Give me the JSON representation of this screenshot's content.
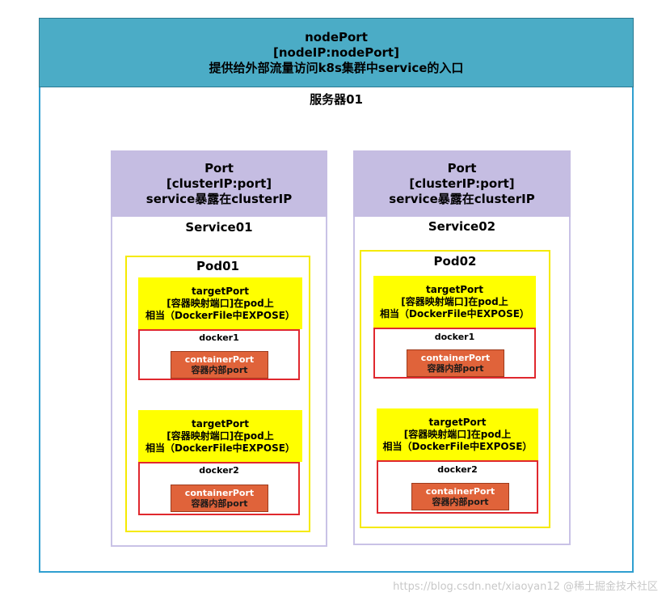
{
  "nodeport": {
    "line1": "nodePort",
    "line2": "[nodeIP:nodePort]",
    "line3": "提供给外部流量访问k8s集群中service的入口"
  },
  "server_label": "服务器01",
  "services": [
    {
      "port_line1": "Port",
      "port_line2": "[clusterIP:port]",
      "port_line3": "service暴露在clusterIP",
      "label": "Service01",
      "pod": {
        "label": "Pod01",
        "dockers": [
          {
            "tp_line1": "targetPort",
            "tp_line2": "[容器映射端口]在pod上",
            "tp_line3": "相当（DockerFile中EXPOSE）",
            "docker_label": "docker1",
            "cp_line1": "containerPort",
            "cp_line2": "容器内部port"
          },
          {
            "tp_line1": "targetPort",
            "tp_line2": "[容器映射端口]在pod上",
            "tp_line3": "相当（DockerFile中EXPOSE）",
            "docker_label": "docker2",
            "cp_line1": "containerPort",
            "cp_line2": "容器内部port"
          }
        ]
      }
    },
    {
      "port_line1": "Port",
      "port_line2": "[clusterIP:port]",
      "port_line3": "service暴露在clusterIP",
      "label": "Service02",
      "pod": {
        "label": "Pod02",
        "dockers": [
          {
            "tp_line1": "targetPort",
            "tp_line2": "[容器映射端口]在pod上",
            "tp_line3": "相当（DockerFile中EXPOSE）",
            "docker_label": "docker1",
            "cp_line1": "containerPort",
            "cp_line2": "容器内部port"
          },
          {
            "tp_line1": "targetPort",
            "tp_line2": "[容器映射端口]在pod上",
            "tp_line3": "相当（DockerFile中EXPOSE）",
            "docker_label": "docker2",
            "cp_line1": "containerPort",
            "cp_line2": "容器内部port"
          }
        ]
      }
    }
  ],
  "watermark": "https://blog.csdn.net/xiaoyan12 @稀土掘金技术社区",
  "colors": {
    "server_border": "#2f9fd0",
    "nodeport_band": "#4bacc6",
    "port_band": "#c5bde2",
    "service_border": "#c9c2e6",
    "pod_border": "#f5ea00",
    "target_port_band": "#ffff00",
    "docker_border": "#e0282e",
    "container_port_box": "#e0633a"
  }
}
